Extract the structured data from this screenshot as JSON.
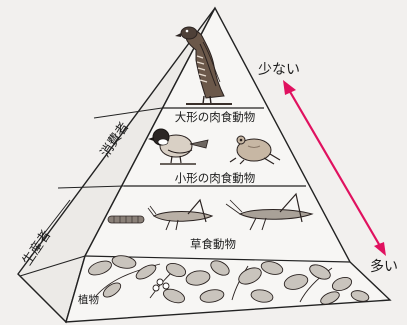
{
  "pyramid": {
    "levels": [
      {
        "label": "大形の肉食動物"
      },
      {
        "label": "小形の肉食動物"
      },
      {
        "label": "草食動物"
      },
      {
        "label": "植物"
      }
    ],
    "side_labels": {
      "consumers": "消費者",
      "producers": "生産者"
    }
  },
  "arrow": {
    "top_label": "少ない",
    "bottom_label": "多い",
    "color": "#e0115f"
  }
}
